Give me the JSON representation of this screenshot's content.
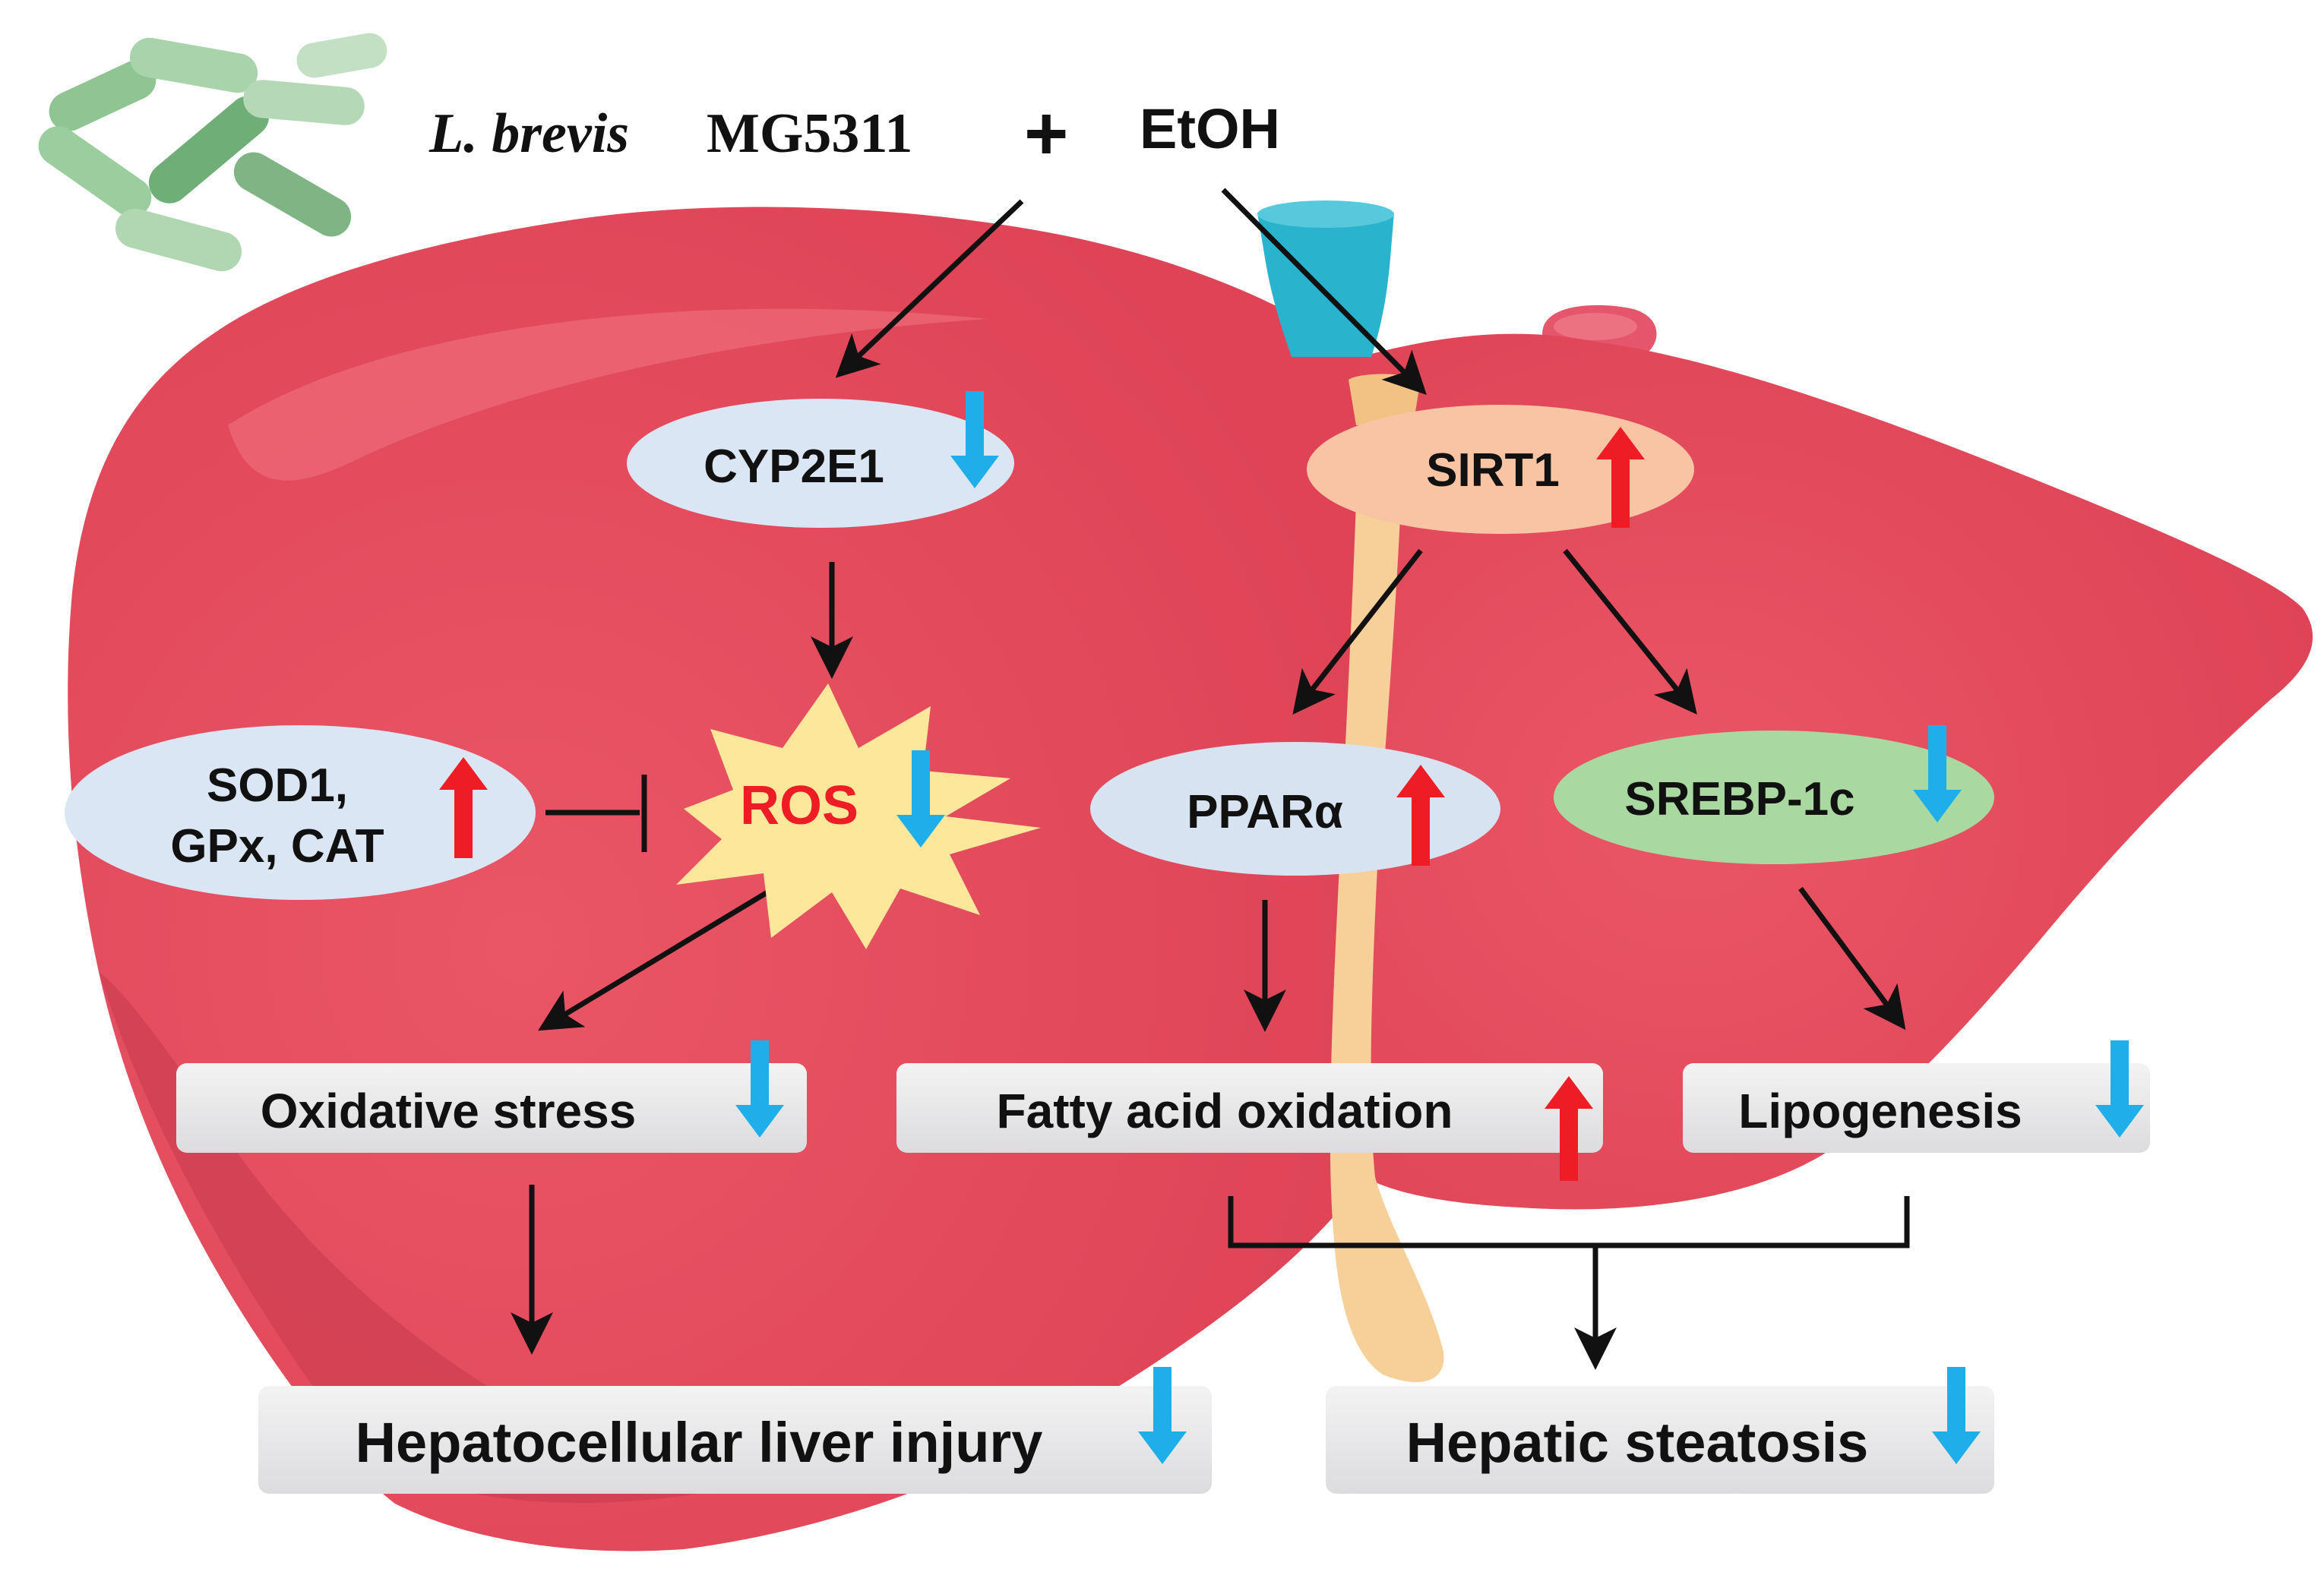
{
  "title": {
    "organism_genus": "L. brevis",
    "organism_strain": "MG5311",
    "plus": "+",
    "agent": "EtOH"
  },
  "nodes": {
    "cyp2e1": "CYP2E1",
    "sirt1": "SIRT1",
    "antioxidants_line1": "SOD1,",
    "antioxidants_line2": "GPx, CAT",
    "ros": "ROS",
    "ppara": "PPARα",
    "srebp1c": "SREBP-1c",
    "oxidative_stress": "Oxidative stress",
    "fatty_acid_oxidation": "Fatty acid oxidation",
    "lipogenesis": "Lipogenesis",
    "liver_injury": "Hepatocellular liver injury",
    "steatosis": "Hepatic steatosis"
  },
  "colors": {
    "liver": "#e2475a",
    "liver_dark": "#c93a4c",
    "liver_light": "#ef6a78",
    "vessel": "#29b3cc",
    "bile_duct": "#f7cf98",
    "bacteria": "#7fb584",
    "up_arrow": "#ee1c24",
    "down_arrow": "#1eaeea",
    "blue_ellipse": "#dbe6f4",
    "sirt1_ellipse": "#f9c4a4",
    "srebp_ellipse": "#a9d9a0",
    "ros_burst": "#fde79a",
    "ros_text": "#ee1c24",
    "box_fill": "#e9e9ea",
    "arrow": "#111111"
  }
}
